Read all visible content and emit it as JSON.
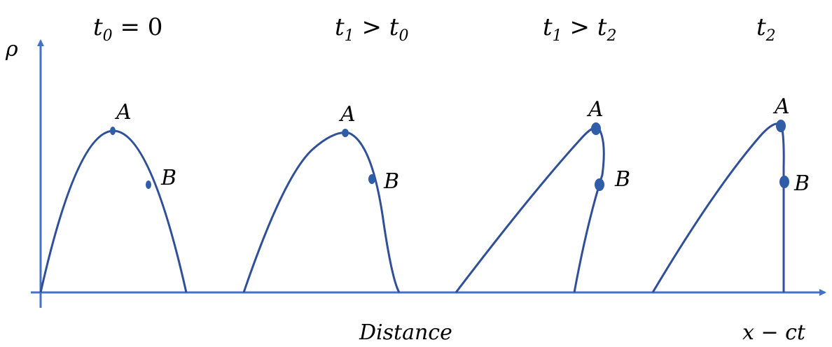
{
  "diagram": {
    "y_axis_label": "ρ",
    "x_axis_label": "Distance",
    "x_axis_expr": "x − ct",
    "colors": {
      "curve": "#2F4F99",
      "axis": "#4472C4",
      "point": "#2F5DA8"
    },
    "panels": [
      {
        "title": {
          "t1": "t",
          "s1": "0",
          "op": " =  0"
        },
        "point_a": "A",
        "point_b": "B"
      },
      {
        "title": {
          "t1": "t",
          "s1": "1",
          "op": " >  ",
          "t2": "t",
          "s2": "0"
        },
        "point_a": "A",
        "point_b": "B"
      },
      {
        "title": {
          "t1": "t",
          "s1": "1",
          "op": " >  ",
          "t2": "t",
          "s2": "2"
        },
        "point_a": "A",
        "point_b": "B"
      },
      {
        "title": {
          "t1": "t",
          "s1": "2"
        },
        "point_a": "A",
        "point_b": "B"
      }
    ]
  }
}
